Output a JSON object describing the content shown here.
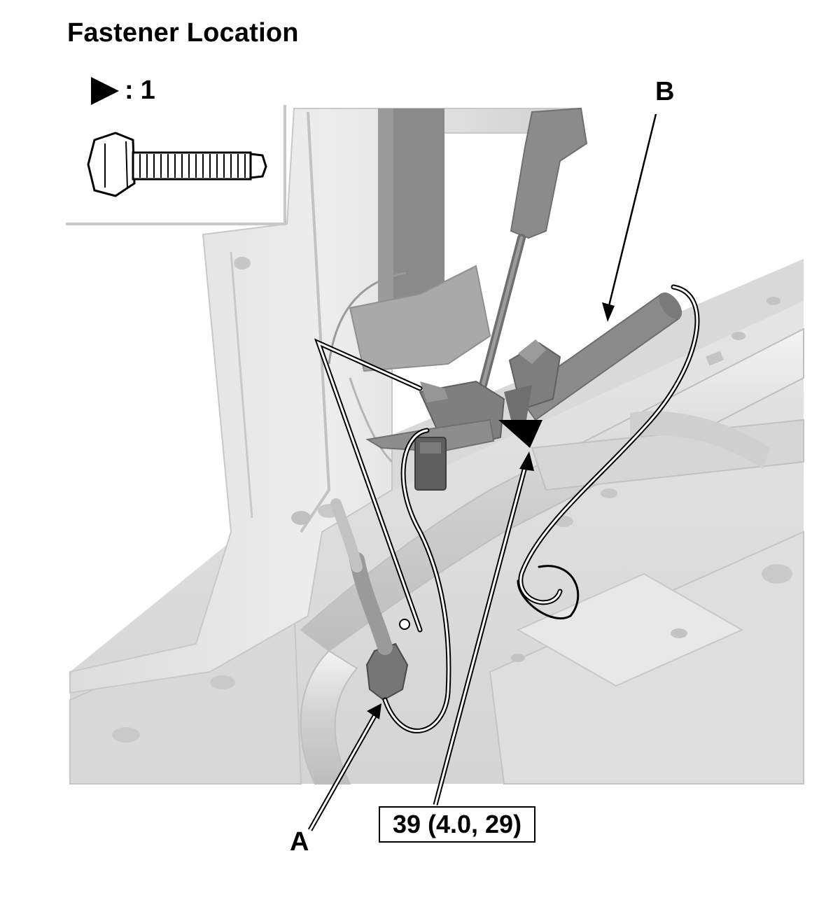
{
  "title": "Fastener Location",
  "legend": {
    "marker_icon": "triangle-right-icon",
    "colon": ":",
    "count": "1"
  },
  "callouts": {
    "a": "A",
    "b": "B"
  },
  "torque_spec": "39 (4.0, 29)",
  "colors": {
    "background": "#ffffff",
    "body_panel_light": "#e2e2e2",
    "body_panel_mid": "#cfcfcf",
    "part_dark": "#7d7d7d",
    "line": "#000000"
  }
}
